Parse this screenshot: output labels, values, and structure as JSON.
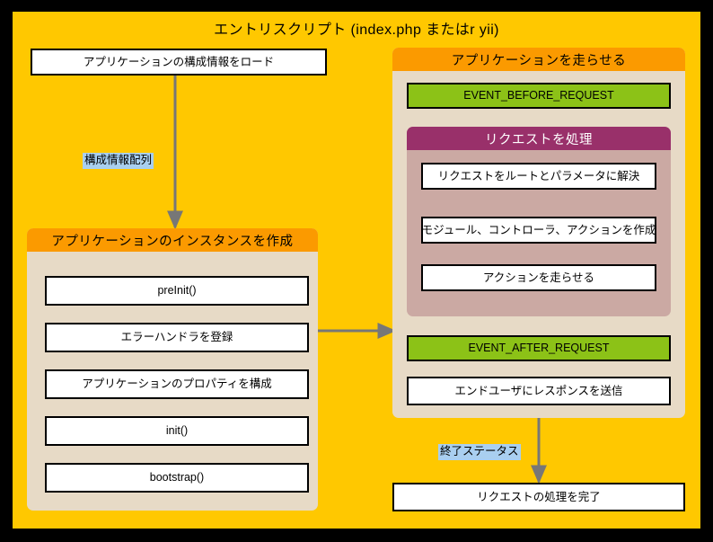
{
  "diagram": {
    "title": "エントリスクリプト (index.php またはr yii)",
    "background_color": "#FFC800",
    "frame_color": "#000000"
  },
  "colors": {
    "canvas_yellow": "#FFC800",
    "panel_beige": "#E7DAC6",
    "panel_rose": "#CBA9A3",
    "header_orange": "#FB9A00",
    "header_maroon": "#99306A",
    "event_green": "#8CC217",
    "edge_label_blue": "#A9CFF0",
    "arrow_gray": "#777777",
    "box_white": "#FFFFFF",
    "box_border": "#000000"
  },
  "left_column": {
    "load_config_box": "アプリケーションの構成情報をロード",
    "edge_label_config_array": "構成情報配列",
    "instance_panel": {
      "header": "アプリケーションのインスタンスを作成",
      "steps": [
        "preInit()",
        "エラーハンドラを登録",
        "アプリケーションのプロパティを構成",
        "init()",
        "bootstrap()"
      ]
    }
  },
  "right_column": {
    "run_panel": {
      "header": "アプリケーションを走らせる",
      "event_before": "EVENT_BEFORE_REQUEST",
      "handle_request_panel": {
        "header": "リクエストを処理",
        "steps": [
          "リクエストをルートとパラメータに解決",
          "モジュール、コントローラ、アクションを作成",
          "アクションを走らせる"
        ]
      },
      "event_after": "EVENT_AFTER_REQUEST",
      "send_response": "エンドユーザにレスポンスを送信"
    },
    "edge_label_exit_status": "終了ステータス",
    "finish_box": "リクエストの処理を完了"
  }
}
